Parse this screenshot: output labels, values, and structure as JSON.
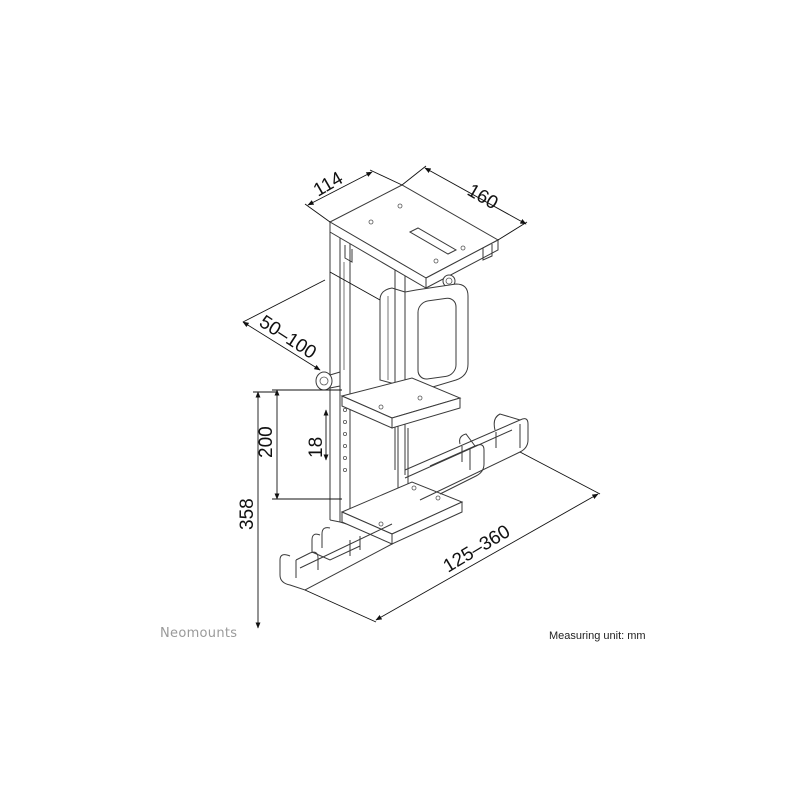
{
  "dimensions": {
    "width_top": "114",
    "depth_top": "160",
    "width_range": "50–100",
    "height_200": "200",
    "step_18": "18",
    "total_height": "358",
    "depth_range": "125–360"
  },
  "footer": {
    "brand": "Neomounts",
    "measuring_unit": "Measuring unit: mm"
  },
  "colors": {
    "line": "#3a3a3a",
    "dimension": "#111111",
    "brand_text": "#9a9a9a"
  }
}
